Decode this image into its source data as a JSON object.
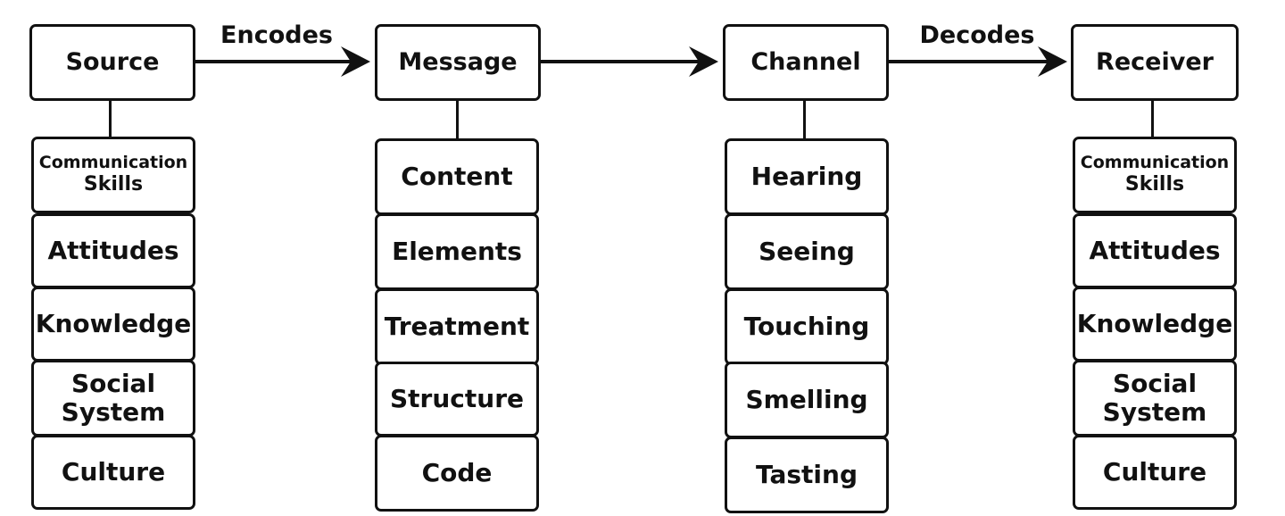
{
  "columns": [
    {
      "header": "Source",
      "items": [
        {
          "line1": "Communication",
          "line2": "Skills"
        },
        {
          "line1": "Attitudes"
        },
        {
          "line1": "Knowledge"
        },
        {
          "line1": "Social",
          "line2": "System"
        },
        {
          "line1": "Culture"
        }
      ]
    },
    {
      "header": "Message",
      "items": [
        {
          "line1": "Content"
        },
        {
          "line1": "Elements"
        },
        {
          "line1": "Treatment"
        },
        {
          "line1": "Structure"
        },
        {
          "line1": "Code"
        }
      ]
    },
    {
      "header": "Channel",
      "items": [
        {
          "line1": "Hearing"
        },
        {
          "line1": "Seeing"
        },
        {
          "line1": "Touching"
        },
        {
          "line1": "Smelling"
        },
        {
          "line1": "Tasting"
        }
      ]
    },
    {
      "header": "Receiver",
      "items": [
        {
          "line1": "Communication",
          "line2": "Skills"
        },
        {
          "line1": "Attitudes"
        },
        {
          "line1": "Knowledge"
        },
        {
          "line1": "Social",
          "line2": "System"
        },
        {
          "line1": "Culture"
        }
      ]
    }
  ],
  "arrows": [
    {
      "label": "Encodes"
    },
    {
      "label": ""
    },
    {
      "label": "Decodes"
    }
  ]
}
